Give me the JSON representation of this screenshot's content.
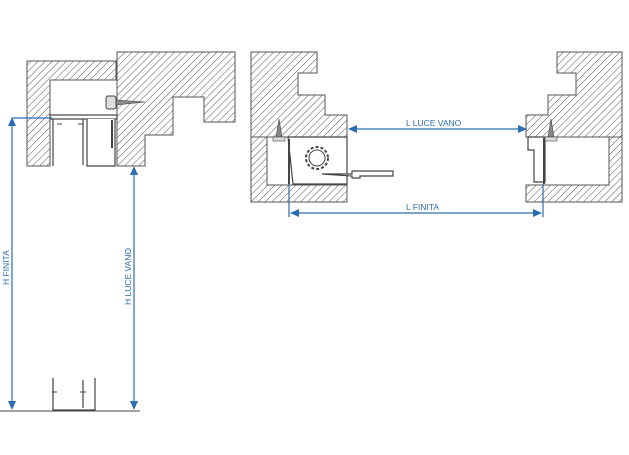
{
  "labels": {
    "h_finita": "H FINITA",
    "h_luce_vano": "H LUCE VANO",
    "l_luce_vano": "L LUCE VANO",
    "l_finita": "L FINITA"
  },
  "colors": {
    "dimension": "#2a6db0",
    "outline": "#555555"
  }
}
